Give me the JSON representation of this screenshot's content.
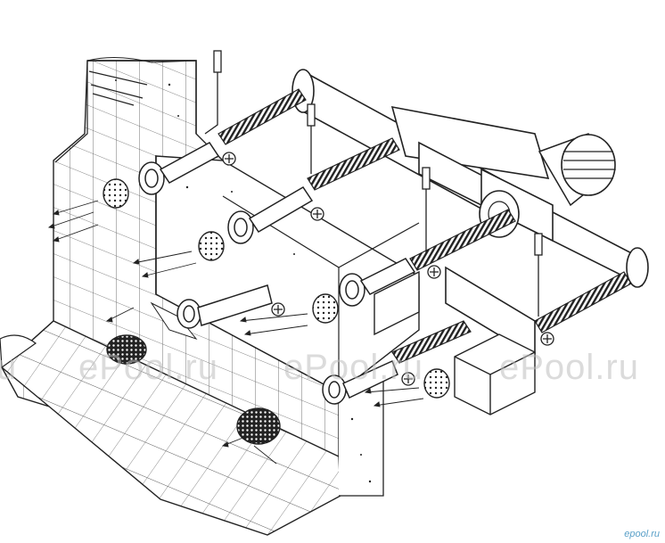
{
  "watermark": {
    "text_left": "ePool.ru",
    "text_mid": "ePool.ru",
    "text_right": "ePool.ru",
    "edge_fragment": "u"
  },
  "logo": {
    "text": "epool.ru",
    "color": "#5aa0c8"
  },
  "colors": {
    "line": "#222222",
    "fill": "#ffffff",
    "tile": "#555555",
    "watermark": "#bdbdbd"
  },
  "icons": [
    "motor-icon",
    "pump-icon",
    "valve-icon",
    "nozzle-icon",
    "drain-grate-icon",
    "thermometer-icon",
    "flow-arrow-icon"
  ]
}
